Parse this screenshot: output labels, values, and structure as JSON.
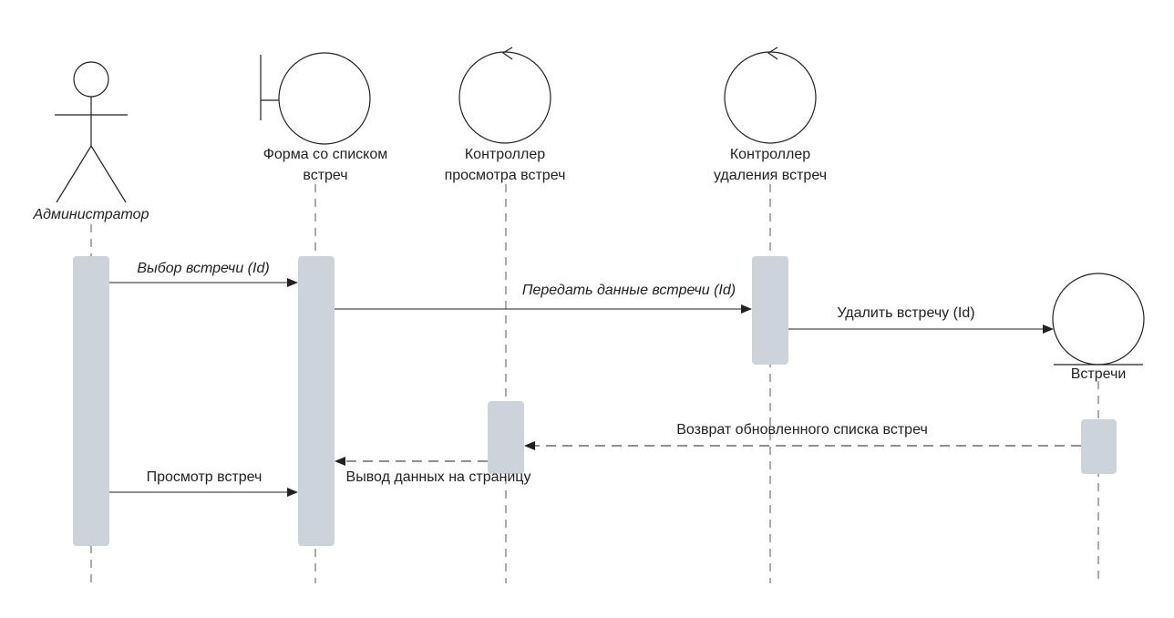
{
  "participants": {
    "admin": {
      "label": "Администратор",
      "type": "actor"
    },
    "form": {
      "label_line1": "Форма со списком",
      "label_line2": "встреч",
      "type": "boundary"
    },
    "view_ctrl": {
      "label_line1": "Контроллер",
      "label_line2": "просмотра встреч",
      "type": "control"
    },
    "del_ctrl": {
      "label_line1": "Контроллер",
      "label_line2": "удаления встреч",
      "type": "control"
    },
    "meetings": {
      "label": "Встречи",
      "type": "entity"
    }
  },
  "messages": {
    "select_meeting": "Выбор встречи (Id)",
    "pass_data": "Передать данные встречи (Id)",
    "delete_meeting": "Удалить встречу (Id)",
    "return_list": "Возврат обновленного списка встреч",
    "output_data": "Вывод данных на страницу",
    "view_meetings": "Просмотр встреч"
  },
  "colors": {
    "activation": "#cdd3db",
    "line": "#222222"
  }
}
